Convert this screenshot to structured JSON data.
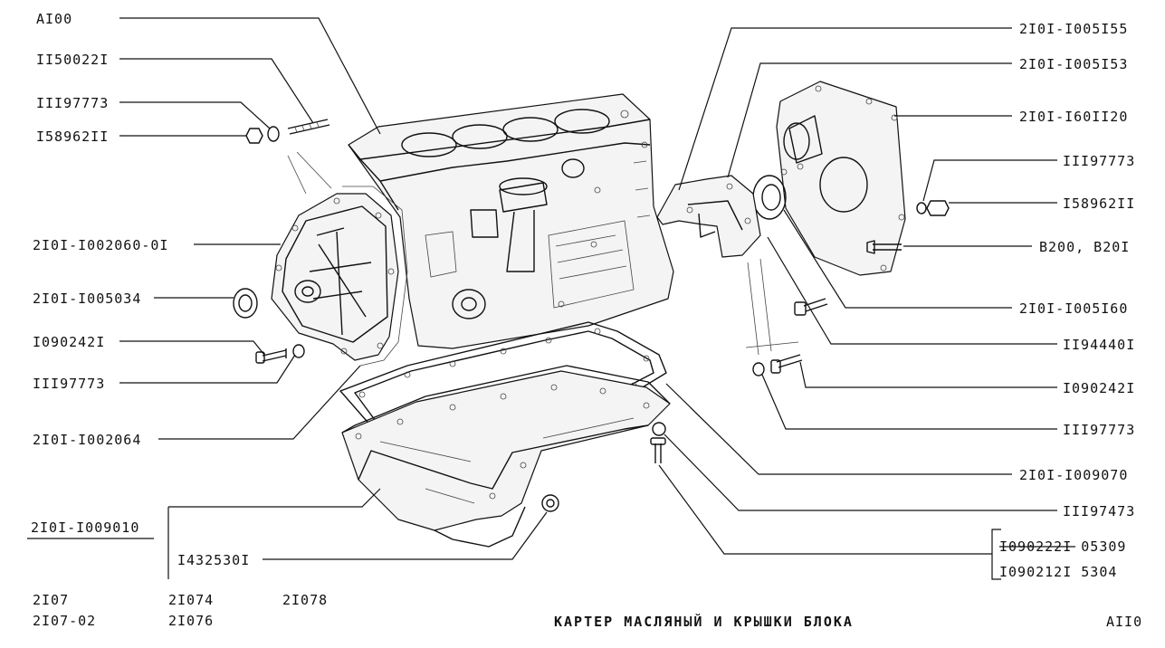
{
  "labels": {
    "l_a100": "AI00",
    "l_115": "II50022I",
    "l_111_a": "III97773",
    "l_158_a": "I58962II",
    "l_2060": "2I0I-I002060-0I",
    "l_5034": "2I0I-I005034",
    "l_1090_a": "I090242I",
    "l_111_b": "III97773",
    "l_2064": "2I0I-I002064",
    "l_9010": "2I0I-I009010",
    "l_1432": "I432530I",
    "l_155": "2I0I-I005I55",
    "l_153": "2I0I-I005I53",
    "l_6011": "2I0I-I60II20",
    "l_111_c": "III97773",
    "l_158_b": "I58962II",
    "l_b200": "B200, B20I",
    "l_5160": "2I0I-I005I60",
    "l_1194": "II94440I",
    "l_1090_b": "I090242I",
    "l_111_d": "III97773",
    "l_9070": "2I0I-I009070",
    "l_11197473": "III97473",
    "l_222": "I090222I  05309",
    "l_212": "I090212I  5304"
  },
  "footer": {
    "model_1": "2I07",
    "model_2": "2I07-02",
    "model_3": "2I074",
    "model_4": "2I076",
    "model_5": "2I078",
    "title": "КАРТЕР  МАСЛЯНЫЙ  И  КРЫШКИ  БЛОКА",
    "page": "AII0"
  }
}
